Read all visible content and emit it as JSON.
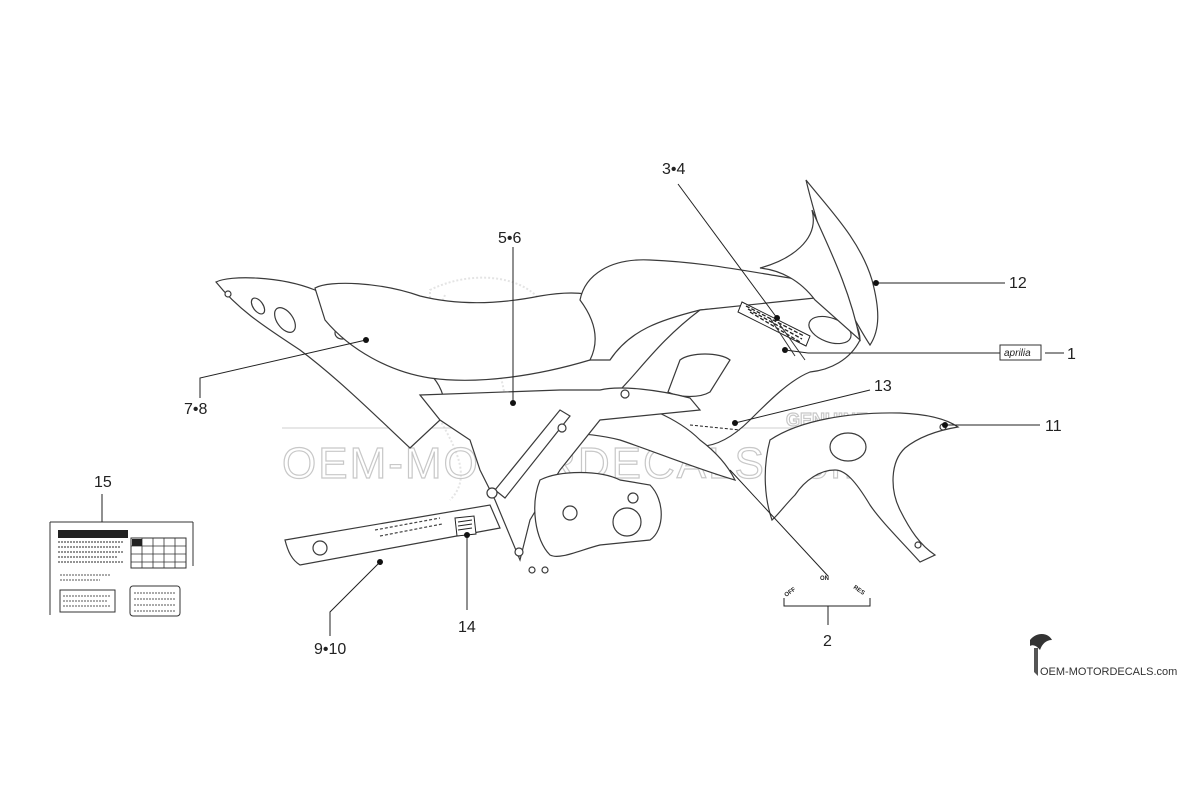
{
  "diagram": {
    "callouts": {
      "c1": "1",
      "c2": "2",
      "c3_4": "3•4",
      "c5_6": "5•6",
      "c7_8": "7•8",
      "c9_10": "9•10",
      "c11": "11",
      "c12": "12",
      "c13": "13",
      "c14": "14",
      "c15": "15"
    },
    "decal_labels": {
      "aprilia_badge": "aprilia",
      "switch_off": "OFF",
      "switch_on": "ON",
      "switch_res": "RES"
    }
  },
  "watermark": {
    "main": "OEM-MOTORDECALS.com",
    "genuine": "GENUINE"
  },
  "footer_brand": {
    "text": "OEM-MOTORDECALS.com"
  }
}
